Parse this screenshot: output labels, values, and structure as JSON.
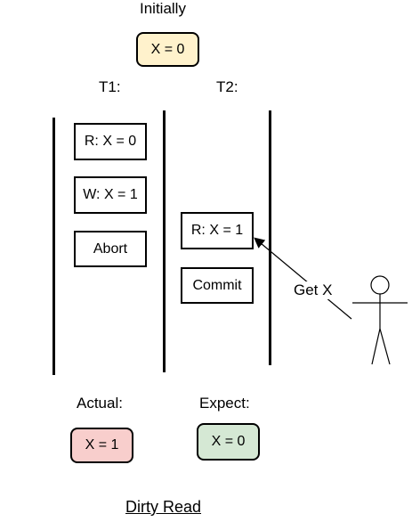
{
  "labels": {
    "initially": "Initially",
    "t1": "T1:",
    "t2": "T2:",
    "get_x": "Get X",
    "actual": "Actual:",
    "expect": "Expect:",
    "title": "Dirty Read"
  },
  "states": {
    "initial": "X = 0",
    "actual": "X = 1",
    "expect": "X = 0"
  },
  "t1_ops": [
    "R: X = 0",
    "W: X = 1",
    "Abort"
  ],
  "t2_ops": [
    "R: X = 1",
    "Commit"
  ],
  "colors": {
    "initial_fill": "#fff2cc",
    "actual_fill": "#f8cecc",
    "expect_fill": "#d5e8d4",
    "stroke": "#000000"
  }
}
